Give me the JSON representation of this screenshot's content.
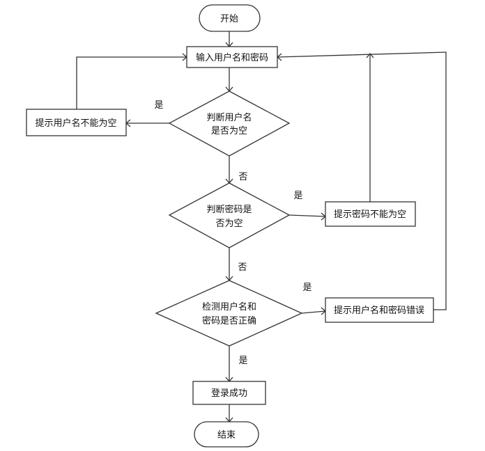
{
  "nodes": {
    "start": "开始",
    "input": "输入用户名和密码",
    "check_username": [
      "判断用户名",
      "是否为空"
    ],
    "username_empty_msg": "提示用户名不能为空",
    "check_password": [
      "判断密码是",
      "否为空"
    ],
    "password_empty_msg": "提示密码不能为空",
    "validate": [
      "检测用户名和",
      "密码是否正确"
    ],
    "error_msg": "提示用户名和密码错误",
    "success": "登录成功",
    "end": "结束"
  },
  "edge_labels": {
    "username_yes": "是",
    "username_no": "否",
    "password_yes": "是",
    "password_no": "否",
    "validate_yes_right": "是",
    "validate_yes_down": "是"
  }
}
